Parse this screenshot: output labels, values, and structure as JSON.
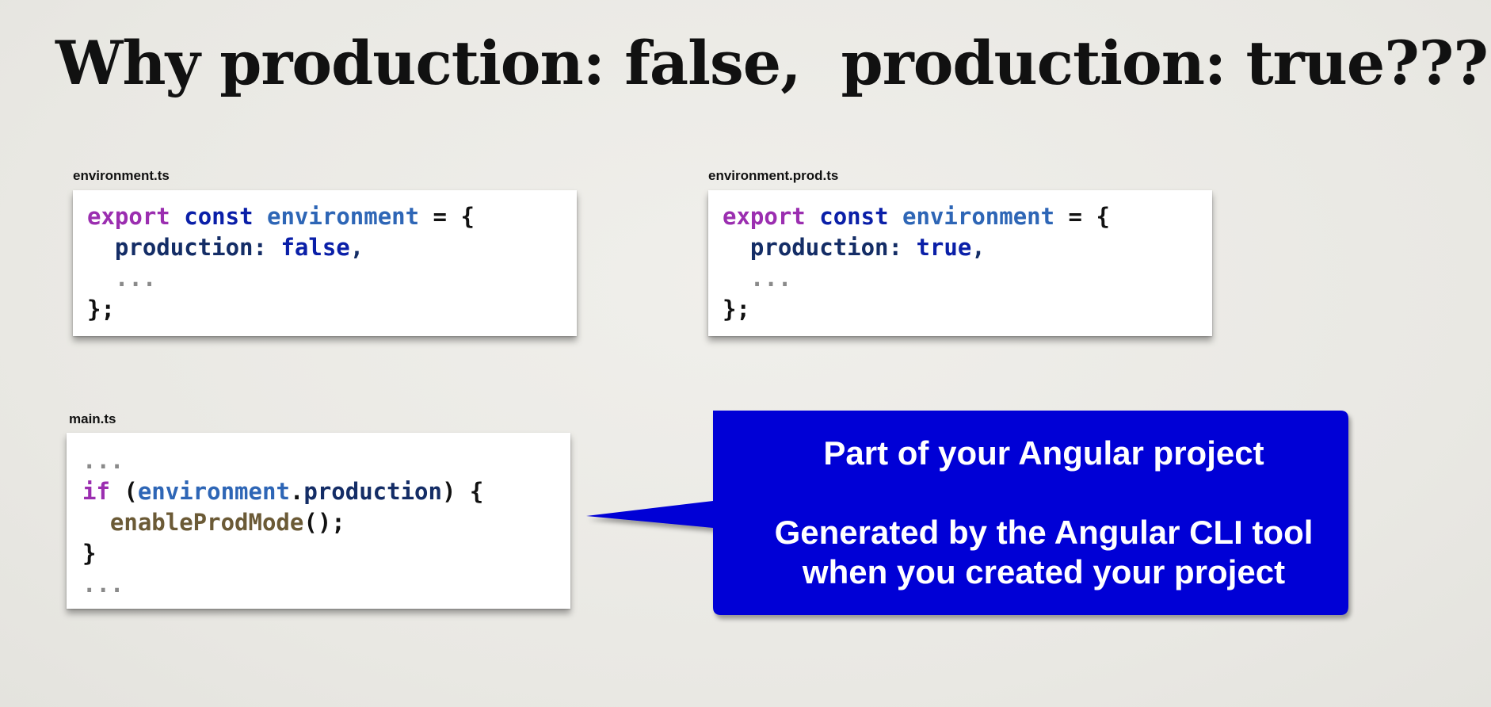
{
  "slide": {
    "title": "Why production: false,  production: true???"
  },
  "env_dev": {
    "filename": "environment.ts",
    "line1": {
      "export": "export",
      "const": "const",
      "name": "environment",
      "rest": " = {"
    },
    "line2": {
      "prop": "production:",
      "value": "false",
      "comma": ","
    },
    "line3": "...",
    "line4": "};"
  },
  "env_prod": {
    "filename": "environment.prod.ts",
    "line1": {
      "export": "export",
      "const": "const",
      "name": "environment",
      "rest": " = {"
    },
    "line2": {
      "prop": "production:",
      "value": "true",
      "comma": ","
    },
    "line3": "...",
    "line4": "};"
  },
  "main_ts": {
    "filename": "main.ts",
    "line1": "...",
    "line2": {
      "if": "if",
      "open": " (",
      "obj": "environment",
      "dot": ".",
      "prop": "production",
      "close": ") {"
    },
    "line3": {
      "fn": "enableProdMode",
      "rest": "();"
    },
    "line4": "}",
    "line5": "..."
  },
  "callout": {
    "line1": "Part of your Angular project",
    "line2": "Generated by the Angular CLI tool",
    "line3": "when you created your project",
    "color": "#0000d6"
  }
}
